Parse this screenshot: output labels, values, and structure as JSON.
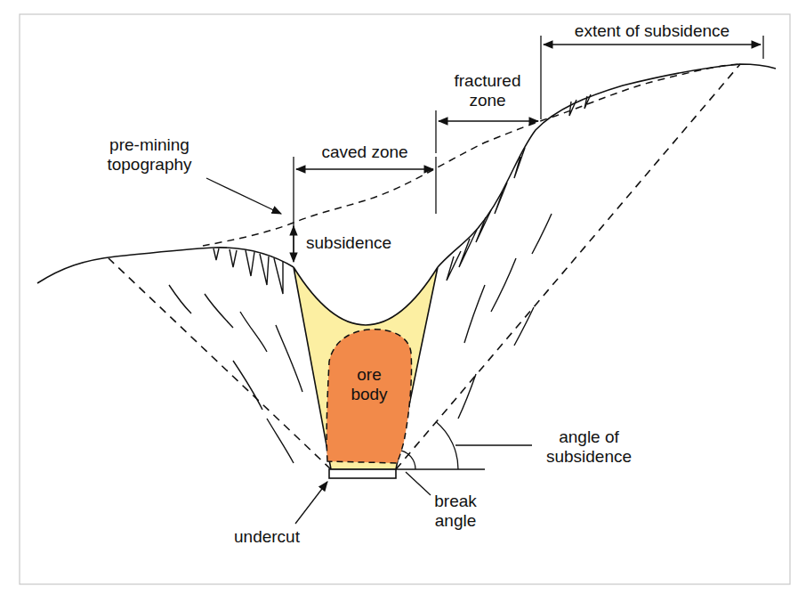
{
  "diagram": {
    "nodes": [
      {
        "text": [
          "ore body"
        ]
      }
    ],
    "labels": [
      "pre-mining topography",
      "subsidence",
      "caved zone",
      "fractured zone",
      "extent of subsidence",
      "undercut",
      "break angle",
      "angle of subsidence"
    ]
  }
}
